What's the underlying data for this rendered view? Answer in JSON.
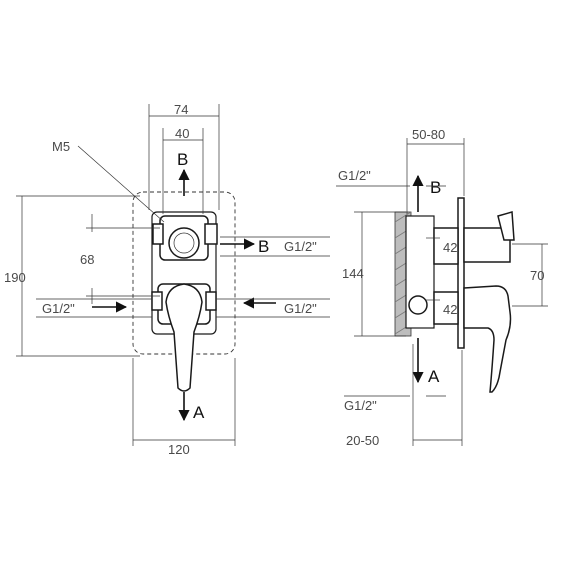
{
  "labels": {
    "w74": "74",
    "w40": "40",
    "m5": "M5",
    "b": "B",
    "h190": "190",
    "h68": "68",
    "g12": "G1/2\"",
    "w120": "120",
    "a": "A",
    "w50_80": "50-80",
    "h144": "144",
    "h70": "70",
    "d42": "42",
    "w20_50": "20-50"
  },
  "icons": {
    "arrow_up": "arrow-up-icon",
    "arrow_down": "arrow-down-icon",
    "arrow_right": "arrow-right-icon",
    "arrow_left": "arrow-left-icon"
  }
}
